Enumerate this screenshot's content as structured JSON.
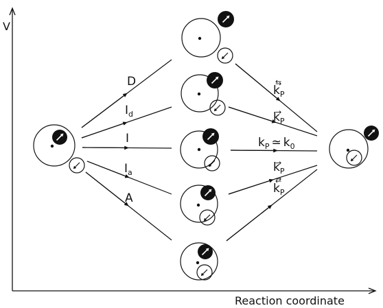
{
  "axes": {
    "y_label": "V",
    "x_label": "Reaction coordinate"
  },
  "paths": {
    "D": "D",
    "Id": {
      "main": "I",
      "sub": "d"
    },
    "I": "I",
    "Ia": {
      "main": "I",
      "sub": "a"
    },
    "A": "A"
  },
  "rates": {
    "k_p_double_left": {
      "main": "k",
      "sub": "P",
      "arrow": "⇆"
    },
    "k_p_right_upper": {
      "main": "k",
      "sub": "P",
      "arrow": "→"
    },
    "k_p_approx_k0": {
      "k1": "k",
      "sub1": "P",
      "approx": "≃",
      "k2": "k",
      "sub2": "0"
    },
    "k_p_right_lower": {
      "main": "k",
      "sub": "P",
      "arrow": "→"
    },
    "k_p_double_right": {
      "main": "k",
      "sub": "P",
      "arrow": "⇄"
    }
  }
}
